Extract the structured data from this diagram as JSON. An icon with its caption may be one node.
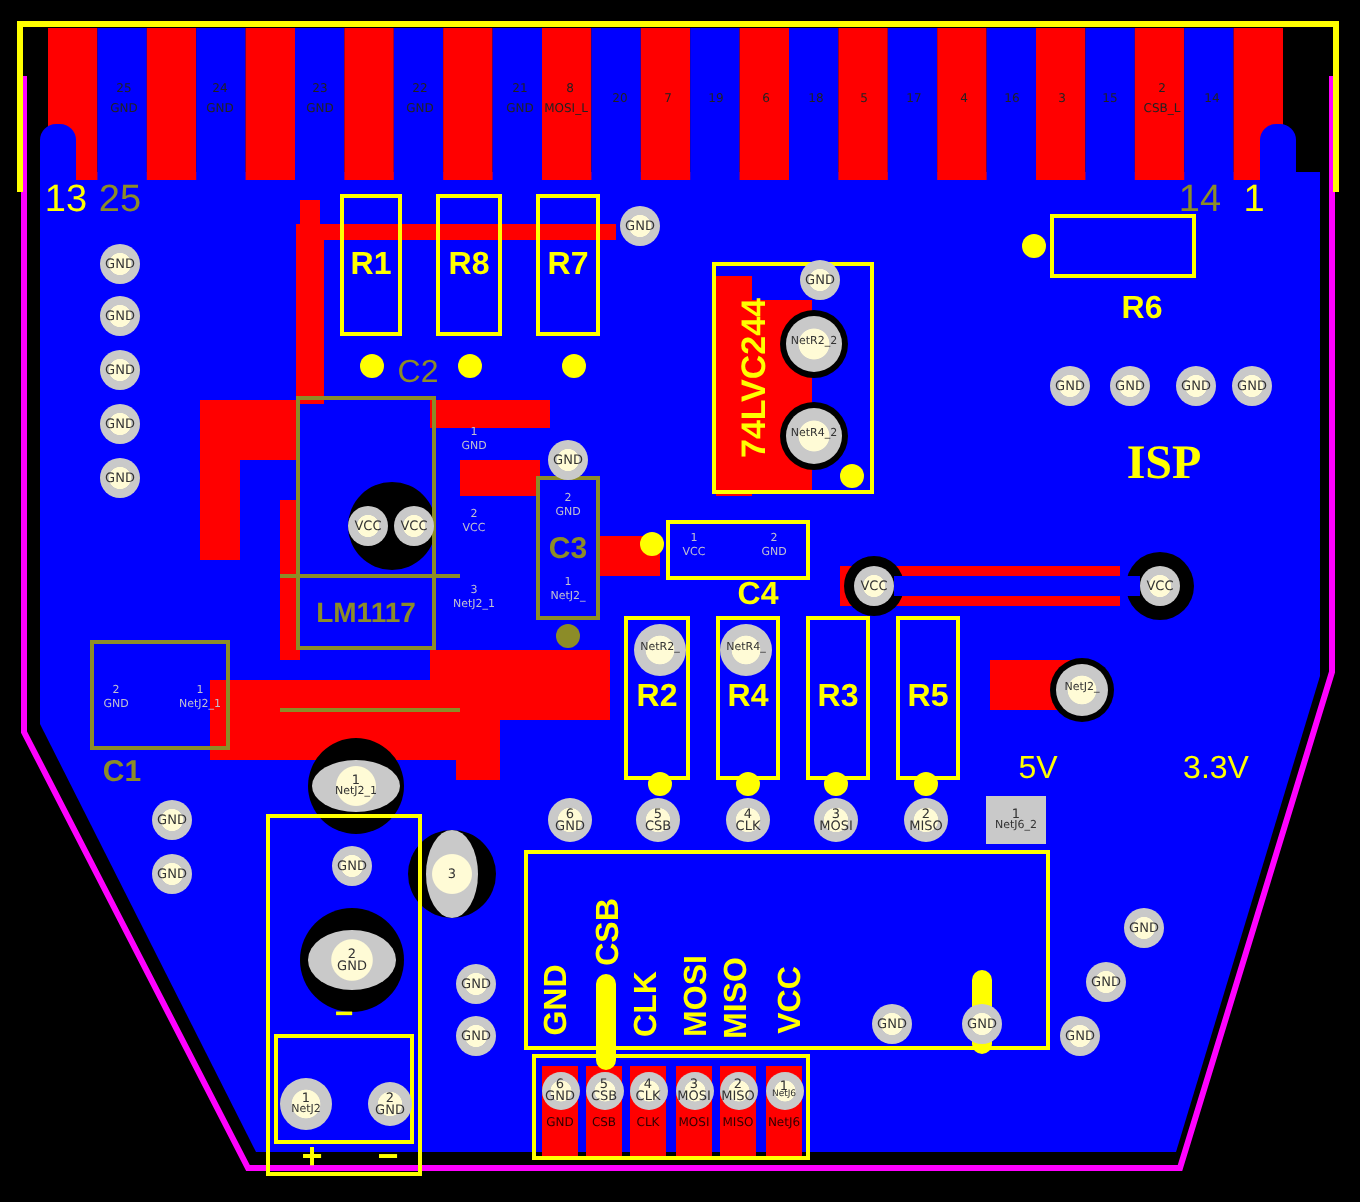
{
  "diagram": {
    "nodes": [
      {
        "text": [
          "R1"
        ]
      },
      {
        "text": [
          "R8"
        ]
      },
      {
        "text": [
          "R7"
        ]
      },
      {
        "text": [],
        "shape": "box",
        "beside": [
          "R6"
        ]
      },
      {
        "text": [
          "LM1117"
        ]
      },
      {
        "text": [
          "C3"
        ]
      },
      {
        "text": [
          "74LVC244"
        ]
      },
      {
        "text": [],
        "shape": "box",
        "beside": [
          "C4"
        ]
      },
      {
        "text": [
          "R2"
        ]
      },
      {
        "text": [
          "R4"
        ]
      },
      {
        "text": [
          "R3"
        ]
      },
      {
        "text": [
          "R5"
        ]
      },
      {
        "text": [],
        "shape": "box",
        "beside": [
          "C1"
        ]
      },
      {
        "text": [],
        "shape": "box"
      },
      {
        "text": [],
        "shape": "box",
        "in": 13
      },
      {
        "text": [],
        "shape": "box"
      },
      {
        "text": [],
        "shape": "box"
      },
      {
        "text": [
          "GND"
        ]
      },
      {
        "text": [
          "GND"
        ]
      },
      {
        "text": [
          "GND"
        ]
      },
      {
        "text": [
          "GND"
        ]
      },
      {
        "text": [
          "GND"
        ]
      },
      {
        "text": [
          "GND"
        ]
      },
      {
        "text": [
          "GND"
        ],
        "in": 6
      },
      {
        "text": [
          "NetR2_2"
        ],
        "in": 6
      },
      {
        "text": [
          "NetR4_2"
        ],
        "in": 6
      },
      {
        "text": [
          "VCC"
        ],
        "in": 4
      },
      {
        "text": [
          "VCC"
        ],
        "in": 4
      },
      {
        "text": [
          "GND"
        ]
      },
      {
        "text": [
          "GND"
        ]
      },
      {
        "text": [
          "GND"
        ]
      },
      {
        "text": [
          "GND"
        ]
      },
      {
        "text": [
          "GND"
        ]
      },
      {
        "text": [
          "VCC"
        ]
      },
      {
        "text": [
          "VCC"
        ]
      },
      {
        "text": [
          "NetR2_"
        ],
        "in": 8
      },
      {
        "text": [
          "NetR4_"
        ],
        "in": 9
      },
      {
        "text": [
          "NetJ2_"
        ]
      },
      {
        "text": [
          "1",
          "NetJ2_1"
        ]
      },
      {
        "text": [
          "3"
        ]
      },
      {
        "text": [
          "GND"
        ],
        "in": 13
      },
      {
        "text": [
          "2",
          "GND"
        ],
        "in": 13
      },
      {
        "text": [
          "GND"
        ]
      },
      {
        "text": [
          "GND"
        ]
      },
      {
        "text": [
          "GND"
        ]
      },
      {
        "text": [
          "GND"
        ]
      },
      {
        "text": [
          "6",
          "GND"
        ]
      },
      {
        "text": [
          "5",
          "CSB"
        ]
      },
      {
        "text": [
          "4",
          "CLK"
        ]
      },
      {
        "text": [
          "3",
          "MOSI"
        ]
      },
      {
        "text": [
          "2",
          "MISO"
        ]
      },
      {
        "text": [
          "1",
          "NetJ6_2"
        ]
      },
      {
        "text": [
          "GND"
        ],
        "in": 15
      },
      {
        "text": [
          "GND"
        ],
        "in": 15
      },
      {
        "text": [
          "GND"
        ]
      },
      {
        "text": [
          "GND"
        ]
      },
      {
        "text": [
          "GND"
        ]
      },
      {
        "text": [
          "6",
          "GND"
        ],
        "in": 16
      },
      {
        "text": [
          "5",
          "CSB"
        ],
        "in": 16
      },
      {
        "text": [
          "4",
          "CLK"
        ],
        "in": 16
      },
      {
        "text": [
          "3",
          "MOSI"
        ],
        "in": 16
      },
      {
        "text": [
          "2",
          "MISO"
        ],
        "in": 16
      },
      {
        "text": [
          "1",
          "NetJ6"
        ],
        "in": 16
      },
      {
        "text": [
          "1",
          "NetJ2"
        ],
        "in": 14
      },
      {
        "text": [
          "2",
          "GND"
        ],
        "in": 14
      }
    ],
    "edges": [
      {
        "from": 33,
        "to": 34,
        "arrow": "none"
      }
    ],
    "labels": [
      "25",
      "GND",
      "24",
      "GND",
      "23",
      "GND",
      "22",
      "GND",
      "21",
      "GND",
      "8",
      "MOSI_L",
      "20",
      "7",
      "19",
      "6",
      "18",
      "5",
      "17",
      "4",
      "16",
      "3",
      "15",
      "2",
      "CSB_L",
      "14",
      "13",
      "25",
      "14",
      "1",
      "C2",
      "ISP",
      "5V",
      "3.3V",
      "−",
      "+",
      "−",
      "GND",
      "CSB",
      "CLK",
      "MOSI",
      "MISO",
      "VCC",
      "GND",
      "CSB",
      "CLK",
      "MOSI",
      "MISO",
      "NetJ6",
      "1",
      "GND",
      "2",
      "VCC",
      "3",
      "NetJ2_1",
      "2",
      "GND",
      "1",
      "NetJ2_",
      "1",
      "VCC",
      "2",
      "GND",
      "2",
      "GND",
      "1",
      "NetJ2_1"
    ]
  }
}
